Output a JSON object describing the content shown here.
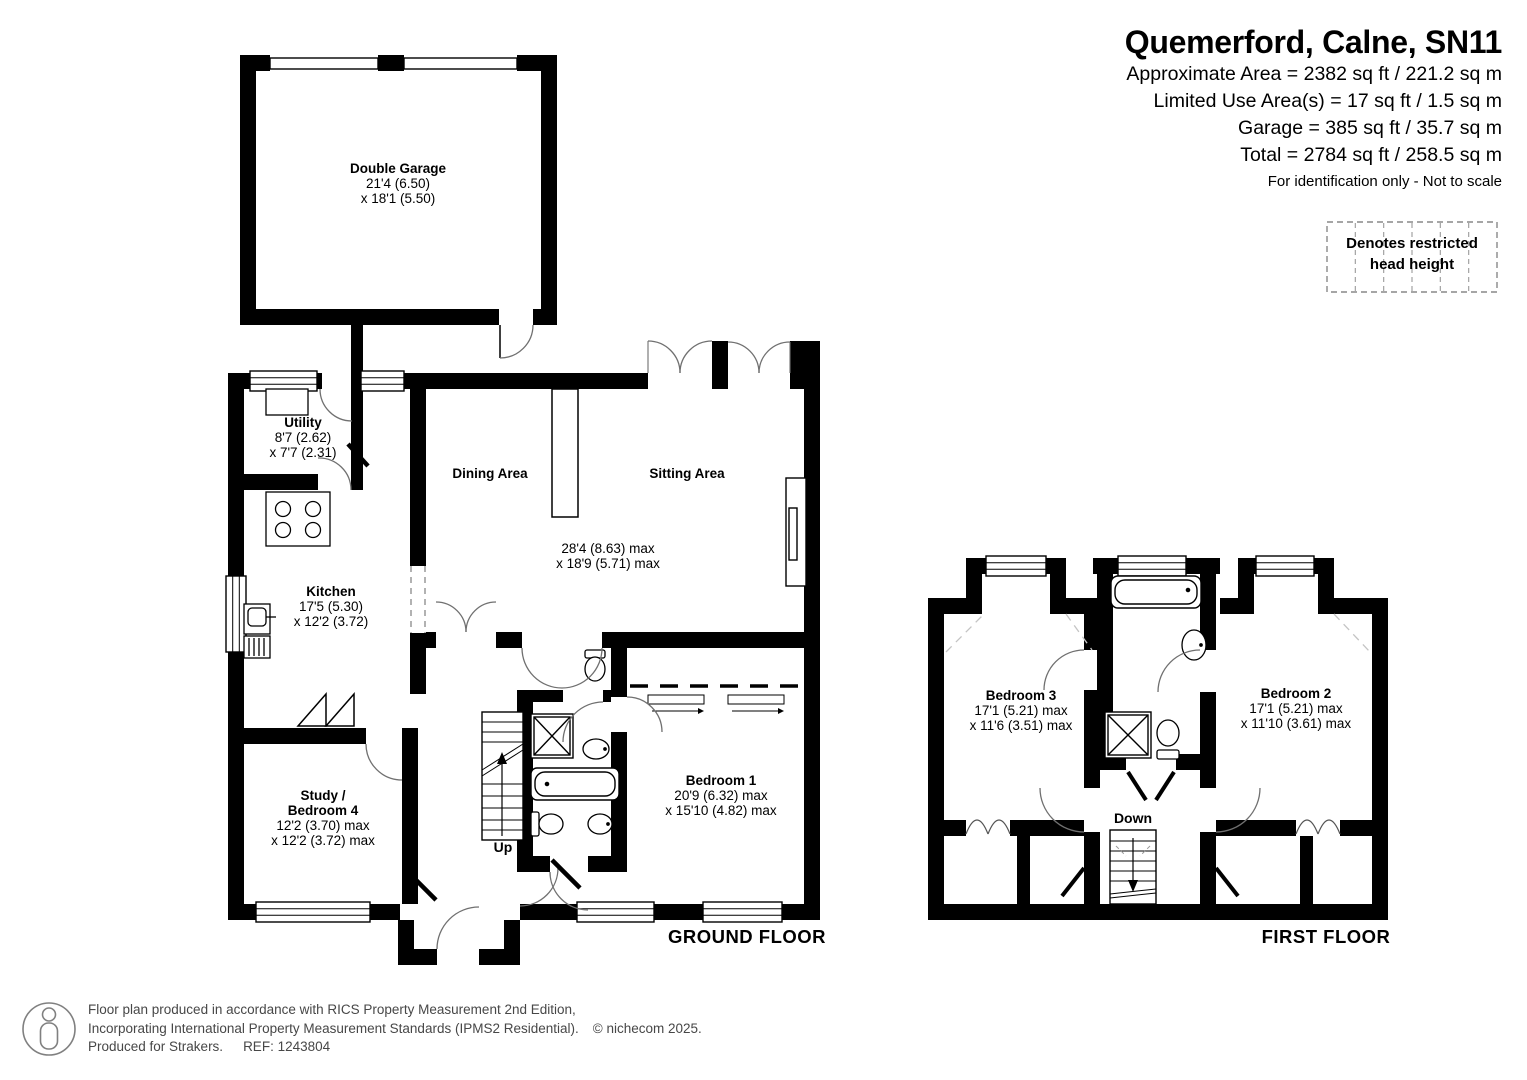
{
  "title_block": {
    "title": "Quemerford, Calne, SN11",
    "area_lines": [
      "Approximate Area = 2382 sq ft / 221.2 sq m",
      "Limited Use Area(s) = 17 sq ft / 1.5 sq m",
      "Garage = 385 sq ft / 35.7 sq m",
      "Total = 2784 sq ft / 258.5 sq m"
    ],
    "note": "For identification only - Not to scale"
  },
  "legend": {
    "text": "Denotes restricted head height"
  },
  "rooms": {
    "garage": {
      "name": "Double Garage",
      "dim1": "21'4 (6.50)",
      "dim2": "x 18'1 (5.50)"
    },
    "utility": {
      "name": "Utility",
      "dim1": "8'7 (2.62)",
      "dim2": "x 7'7 (2.31)"
    },
    "kitchen": {
      "name": "Kitchen",
      "dim1": "17'5 (5.30)",
      "dim2": "x 12'2 (3.72)"
    },
    "dining": {
      "name": "Dining Area"
    },
    "sitting": {
      "name": "Sitting Area"
    },
    "open_plan": {
      "dim1": "28'4 (8.63) max",
      "dim2": "x 18'9 (5.71) max"
    },
    "study": {
      "name1": "Study /",
      "name2": "Bedroom 4",
      "dim1": "12'2 (3.70) max",
      "dim2": "x 12'2 (3.72) max"
    },
    "bedroom1": {
      "name": "Bedroom 1",
      "dim1": "20'9 (6.32) max",
      "dim2": "x 15'10 (4.82) max"
    },
    "bedroom2": {
      "name": "Bedroom 2",
      "dim1": "17'1 (5.21) max",
      "dim2": "x 11'10 (3.61) max"
    },
    "bedroom3": {
      "name": "Bedroom 3",
      "dim1": "17'1 (5.21) max",
      "dim2": "x 11'6 (3.51) max"
    }
  },
  "stairs": {
    "up": "Up",
    "down": "Down"
  },
  "floor_labels": {
    "ground": "GROUND FLOOR",
    "first": "FIRST FLOOR"
  },
  "footer": {
    "line1": "Floor plan produced in accordance with RICS Property Measurement 2nd Edition,",
    "line2": "Incorporating International Property Measurement Standards (IPMS2 Residential).",
    "copyright": "© nichecom 2025.",
    "line3": "Produced for Strakers.",
    "ref": "REF: 1243804"
  },
  "colors": {
    "wall": "#000000",
    "door_arc": "#707070",
    "dashed_restricted": "#c4c4c4",
    "footer_text": "#474747"
  }
}
